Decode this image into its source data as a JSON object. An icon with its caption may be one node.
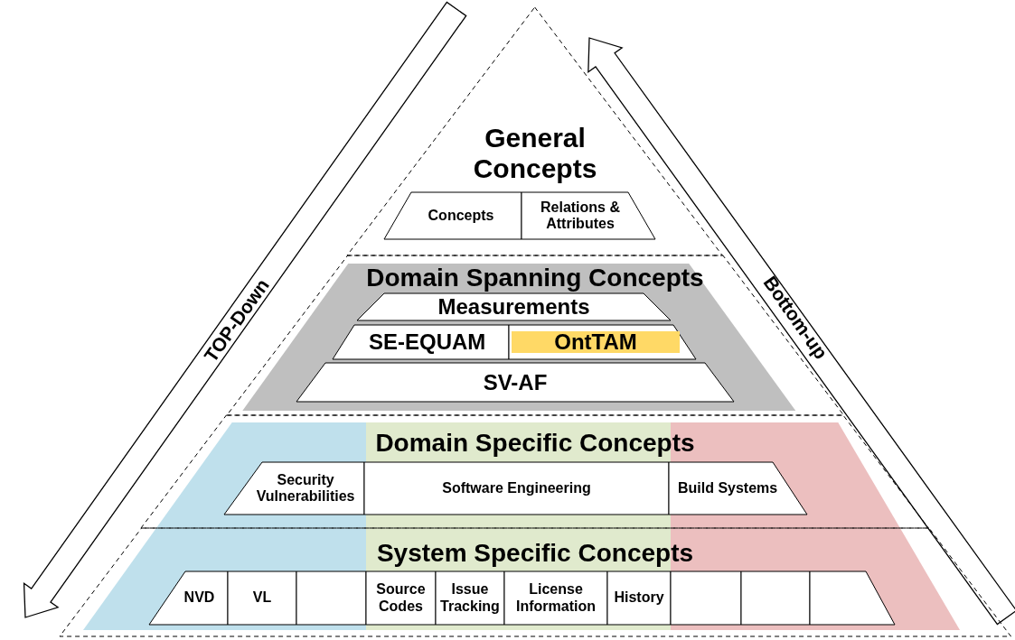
{
  "diagram": {
    "nodes": [
      {
        "text": [
          "General Concepts"
        ]
      },
      {
        "text": [
          "Concepts"
        ],
        "in": 0
      },
      {
        "text": [
          "Relations & Attributes"
        ],
        "in": 0
      },
      {
        "text": [
          "Domain Spanning Concepts"
        ]
      },
      {
        "text": [
          "Measurements"
        ],
        "in": 3
      },
      {
        "text": [
          "SE-EQUAM"
        ],
        "in": 3
      },
      {
        "text": [
          "OntTAM"
        ],
        "in": 3
      },
      {
        "text": [
          "SV-AF"
        ],
        "in": 3
      },
      {
        "text": [
          "Domain Specific Concepts"
        ]
      },
      {
        "text": [
          "Security Vulnerabilities"
        ],
        "in": 8
      },
      {
        "text": [
          "Software Engineering"
        ],
        "in": 8
      },
      {
        "text": [
          "Build Systems"
        ],
        "in": 8
      },
      {
        "text": [
          "System Specific Concepts"
        ]
      },
      {
        "text": [
          "NVD"
        ],
        "in": 12
      },
      {
        "text": [
          "VL"
        ],
        "in": 12
      },
      {
        "text": [],
        "shape": "box",
        "in": 12
      },
      {
        "text": [
          "Source Codes"
        ],
        "in": 12
      },
      {
        "text": [
          "Issue Tracking"
        ],
        "in": 12
      },
      {
        "text": [
          "License Information"
        ],
        "in": 12
      },
      {
        "text": [
          "History"
        ],
        "in": 12
      },
      {
        "text": [],
        "shape": "box",
        "in": 12
      },
      {
        "text": [],
        "shape": "box",
        "in": 12
      },
      {
        "text": [],
        "shape": "box",
        "in": 12
      }
    ],
    "labels": [
      "TOP-Down",
      "Bottom-up"
    ]
  }
}
